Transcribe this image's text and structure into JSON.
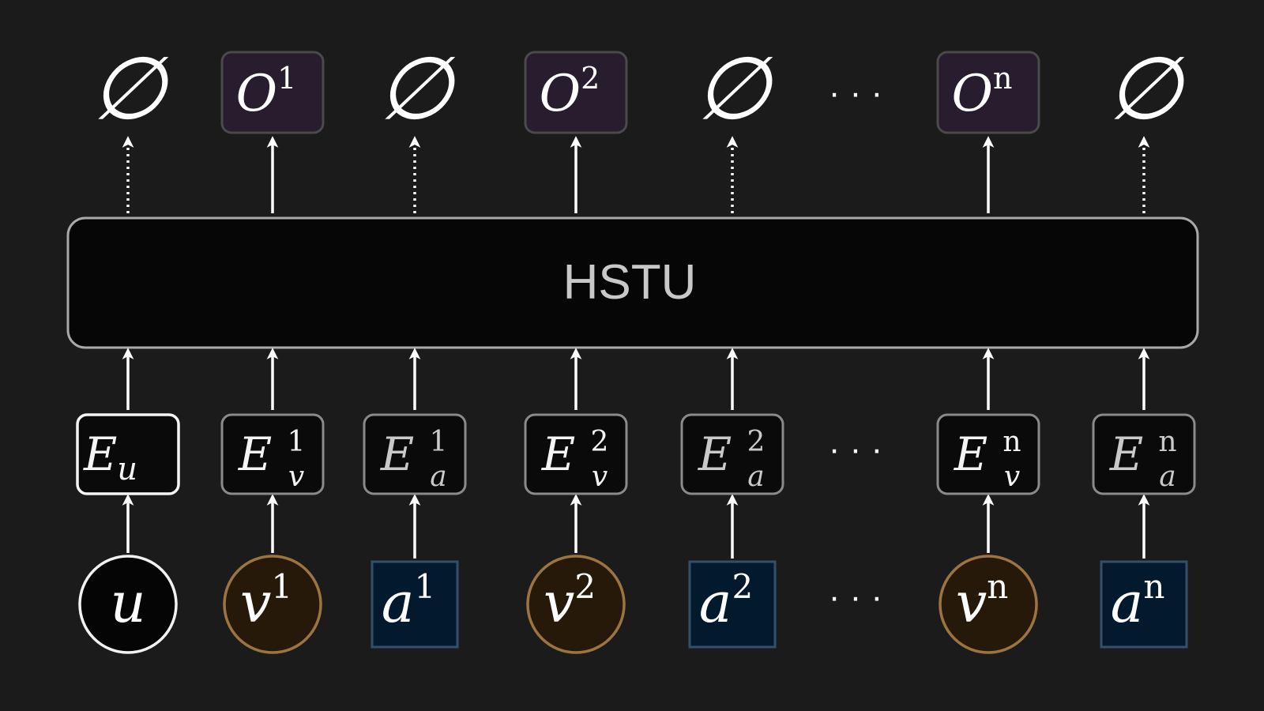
{
  "model": {
    "label": "HSTU"
  },
  "colors": {
    "background": "#1b1b1b",
    "user_node_fill": "#050505",
    "user_node_stroke": "#f2f2f2",
    "item_node_fill": "#26190a",
    "item_node_stroke": "#9c7440",
    "action_node_fill": "#031a2e",
    "action_node_stroke": "#33506a",
    "output_fill": "#271d2e",
    "output_stroke": "#4a4a4a",
    "embed_fill": "#0a0a0a",
    "embed_user_stroke": "#f5f5f5",
    "embed_stroke": "#8a8a8a"
  },
  "columns": [
    {
      "input": {
        "base": "u",
        "sup": "",
        "shape": "circle",
        "kind": "user"
      },
      "embedding": {
        "base": "E",
        "sup": "",
        "sub": "u",
        "kind": "user"
      },
      "output": {
        "type": "null",
        "symbol": "∅"
      }
    },
    {
      "input": {
        "base": "v",
        "sup": "1",
        "shape": "circle",
        "kind": "item"
      },
      "embedding": {
        "base": "E",
        "sup": "1",
        "sub": "v",
        "kind": "item"
      },
      "output": {
        "type": "box",
        "base": "O",
        "sup": "1"
      }
    },
    {
      "input": {
        "base": "a",
        "sup": "1",
        "shape": "square",
        "kind": "action"
      },
      "embedding": {
        "base": "E",
        "sup": "1",
        "sub": "a",
        "kind": "action"
      },
      "output": {
        "type": "null",
        "symbol": "∅"
      }
    },
    {
      "input": {
        "base": "v",
        "sup": "2",
        "shape": "circle",
        "kind": "item"
      },
      "embedding": {
        "base": "E",
        "sup": "2",
        "sub": "v",
        "kind": "item"
      },
      "output": {
        "type": "box",
        "base": "O",
        "sup": "2"
      }
    },
    {
      "input": {
        "base": "a",
        "sup": "2",
        "shape": "square",
        "kind": "action"
      },
      "embedding": {
        "base": "E",
        "sup": "2",
        "sub": "a",
        "kind": "action"
      },
      "output": {
        "type": "null",
        "symbol": "∅"
      }
    },
    {
      "input": {
        "base": "v",
        "sup": "n",
        "shape": "circle",
        "kind": "item"
      },
      "embedding": {
        "base": "E",
        "sup": "n",
        "sub": "v",
        "kind": "item"
      },
      "output": {
        "type": "box",
        "base": "O",
        "sup": "n"
      }
    },
    {
      "input": {
        "base": "a",
        "sup": "n",
        "shape": "square",
        "kind": "action"
      },
      "embedding": {
        "base": "E",
        "sup": "n",
        "sub": "a",
        "kind": "action"
      },
      "output": {
        "type": "null",
        "symbol": "∅"
      }
    }
  ],
  "ellipsis": "· · ·"
}
